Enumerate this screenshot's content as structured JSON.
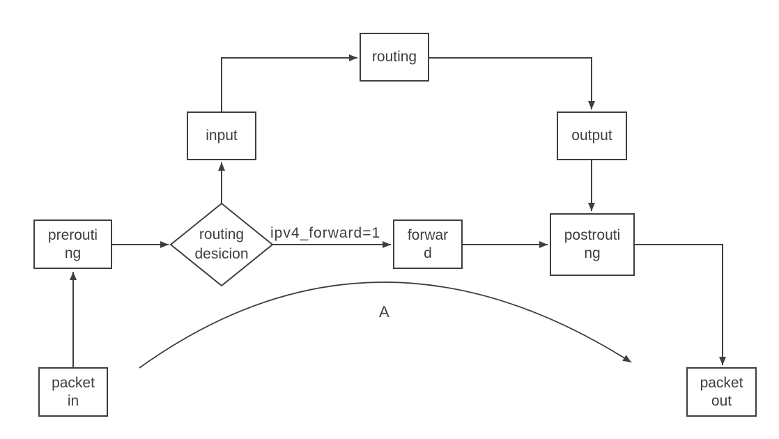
{
  "colors": {
    "stroke": "#3e3e3e",
    "text": "#3e3e3e",
    "background": "#ffffff"
  },
  "nodes": {
    "routing": {
      "label": "routing"
    },
    "input": {
      "label": "input"
    },
    "output": {
      "label": "output"
    },
    "prerouting": {
      "label": "prerouti\nng"
    },
    "routing_decision": {
      "label": "routing\ndesicion"
    },
    "forward": {
      "label": "forwar\nd"
    },
    "postrouting": {
      "label": "postrouti\nng"
    },
    "packet_in": {
      "label": "packet\nin"
    },
    "packet_out": {
      "label": "packet\nout"
    }
  },
  "edge_labels": {
    "ipv4_forward": "ipv4_forward=1",
    "arc": "A"
  }
}
